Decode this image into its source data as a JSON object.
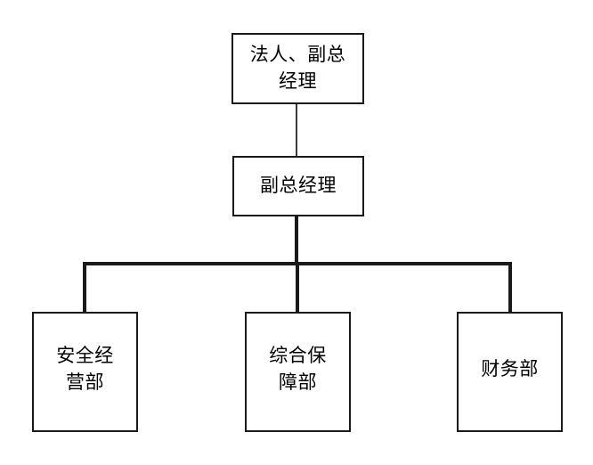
{
  "diagram": {
    "type": "organization-chart",
    "title": "",
    "orientation": "top-down",
    "colors": {
      "background": "#ffffff",
      "box_border": "#1a1a1a",
      "box_fill": "#ffffff",
      "text": "#000000",
      "connector": "#1a1a1a",
      "connector_light": "#3c3c3c"
    },
    "nodes": [
      {
        "id": "legal-rep",
        "label": "法人、副总\n经理",
        "label_plain": "法人、副总经理",
        "level": 1
      },
      {
        "id": "deputy-gm",
        "label": "副总经理",
        "label_plain": "副总经理",
        "level": 2
      },
      {
        "id": "safety-ops",
        "label": "安全经\n营部",
        "label_plain": "安全经营部",
        "level": 3
      },
      {
        "id": "support",
        "label": "综合保\n障部",
        "label_plain": "综合保障部",
        "level": 3
      },
      {
        "id": "finance",
        "label": "财务部",
        "label_plain": "财务部",
        "level": 3
      }
    ],
    "edges": [
      {
        "id": "link-top",
        "from": "legal-rep",
        "to": "deputy-gm"
      },
      {
        "id": "link-stem",
        "from": "deputy-gm",
        "to": "bus"
      },
      {
        "id": "drop-safety-ops",
        "from": "bus",
        "to": "safety-ops"
      },
      {
        "id": "drop-support",
        "from": "bus",
        "to": "support"
      },
      {
        "id": "drop-finance",
        "from": "bus",
        "to": "finance"
      }
    ]
  }
}
